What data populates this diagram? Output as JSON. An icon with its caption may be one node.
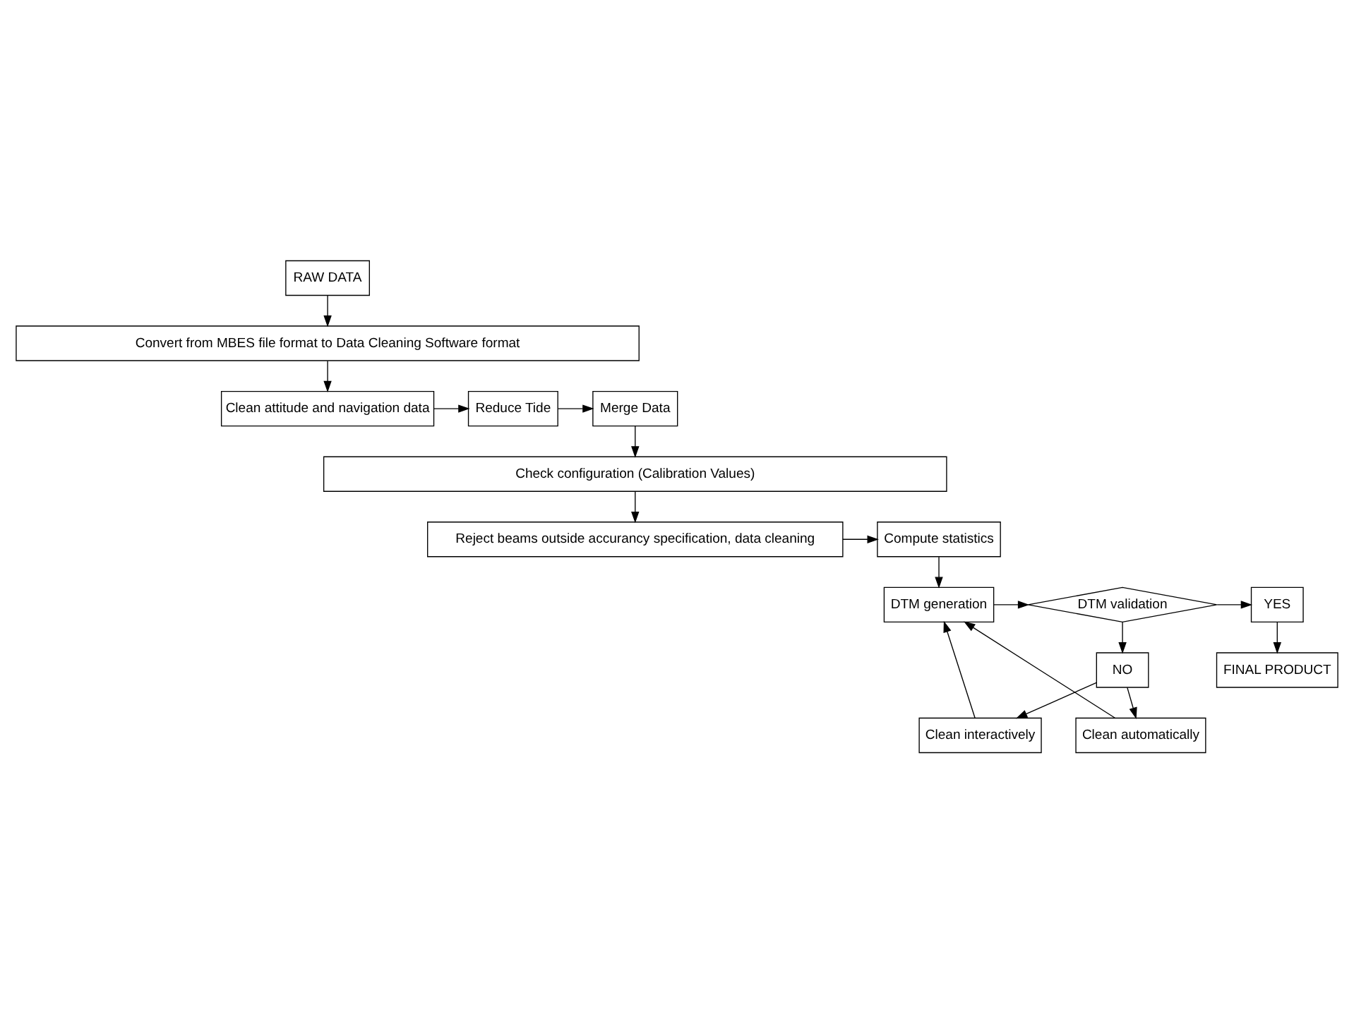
{
  "diagram": {
    "nodes": [
      {
        "text": [
          "RAW DATA"
        ]
      },
      {
        "text": [
          "Convert from MBES file format to Data Cleaning Software format"
        ]
      },
      {
        "text": [
          "Clean attitude and navigation data"
        ]
      },
      {
        "text": [
          "Reduce Tide"
        ]
      },
      {
        "text": [
          "Merge Data"
        ]
      },
      {
        "text": [
          "Check configuration (Calibration Values)"
        ]
      },
      {
        "text": [
          "Reject beams outside accurancy specification, data cleaning"
        ]
      },
      {
        "text": [
          "Compute statistics"
        ]
      },
      {
        "text": [
          "YES"
        ]
      },
      {
        "text": [
          "DTM validation"
        ]
      },
      {
        "text": [
          "DTM generation"
        ]
      },
      {
        "text": [
          "NO"
        ]
      },
      {
        "text": [
          "Clean interactively"
        ]
      },
      {
        "text": [
          "Clean automatically"
        ]
      },
      {
        "text": [
          "FINAL PRODUCT"
        ]
      }
    ],
    "edges": [
      {
        "from": 0,
        "to": 1,
        "arrow": "to"
      },
      {
        "from": 1,
        "to": 2,
        "arrow": "to"
      },
      {
        "from": 2,
        "to": 3,
        "arrow": "to"
      },
      {
        "from": 3,
        "to": 4,
        "arrow": "to"
      },
      {
        "from": 4,
        "to": 5,
        "arrow": "to"
      },
      {
        "from": 5,
        "to": 6,
        "arrow": "to"
      },
      {
        "from": 6,
        "to": 7,
        "arrow": "to"
      },
      {
        "from": 7,
        "to": 10,
        "arrow": "to"
      },
      {
        "from": 10,
        "to": 9,
        "arrow": "to"
      },
      {
        "from": 9,
        "to": 8,
        "arrow": "to"
      },
      {
        "from": 9,
        "to": 11,
        "arrow": "to"
      },
      {
        "from": 11,
        "to": 12,
        "arrow": "to"
      },
      {
        "from": 11,
        "to": 13,
        "arrow": "to"
      },
      {
        "from": 12,
        "to": 10,
        "arrow": "to"
      },
      {
        "from": 13,
        "to": 10,
        "arrow": "to"
      },
      {
        "from": 8,
        "to": 14,
        "arrow": "to"
      }
    ]
  }
}
